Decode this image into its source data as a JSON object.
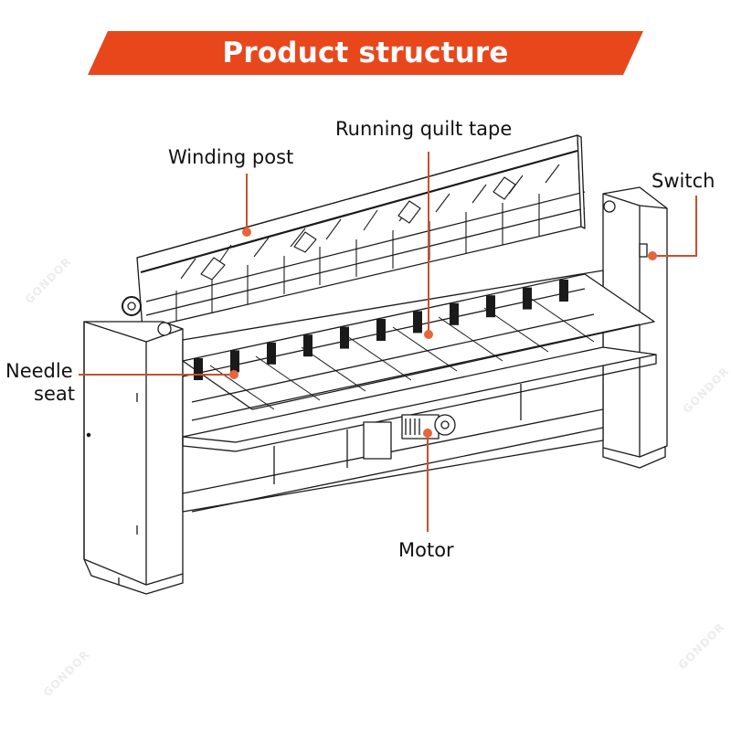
{
  "title": "Product structure",
  "colors": {
    "accent": "#E8471C",
    "leader": "#C8502E",
    "dot": "#E8643A",
    "line_art": "#1a1a1a",
    "text": "#111111"
  },
  "watermark": "GONDOR",
  "callouts": [
    {
      "id": "winding-post",
      "label": "Winding post"
    },
    {
      "id": "running-quilt-tape",
      "label": "Running quilt tape"
    },
    {
      "id": "switch",
      "label": "Switch"
    },
    {
      "id": "needle-seat",
      "label_line1": "Needle",
      "label_line2": "seat"
    },
    {
      "id": "motor",
      "label": "Motor"
    }
  ]
}
